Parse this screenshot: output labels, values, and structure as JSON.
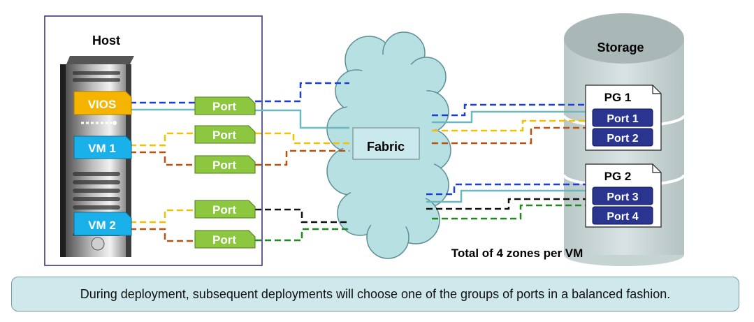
{
  "host": {
    "title": "Host",
    "vios_label": "VIOS",
    "vm1_label": "VM 1",
    "vm2_label": "VM 2"
  },
  "ports": {
    "port_label": "Port"
  },
  "fabric": {
    "label": "Fabric"
  },
  "storage": {
    "title": "Storage",
    "pg1": {
      "label": "PG 1",
      "port_a": "Port 1",
      "port_b": "Port 2"
    },
    "pg2": {
      "label": "PG 2",
      "port_a": "Port 3",
      "port_b": "Port 4"
    }
  },
  "zones_note": "Total of 4 zones per VM",
  "caption": "During deployment, subsequent deployments will choose one of the groups of ports in a balanced fashion.",
  "colors": {
    "blue_line": "#1a3fd6",
    "teal_line": "#6bb8c0",
    "yellow_line": "#f2c200",
    "orange_line": "#b8520f",
    "black_line": "#111111",
    "green_line": "#1e8a1e",
    "host_port": "#8dc63f",
    "vios": "#f5b400",
    "vm": "#1ab0ea",
    "storage_port": "#2a3590",
    "cloud": "#b7e0e3",
    "cylinder": "#c9d6d6"
  }
}
